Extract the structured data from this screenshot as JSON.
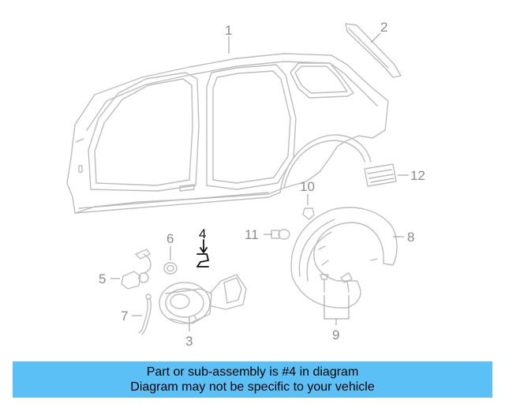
{
  "callouts": {
    "c1": "1",
    "c2": "2",
    "c3": "3",
    "c4": "4",
    "c5": "5",
    "c6": "6",
    "c7": "7",
    "c8": "8",
    "c9": "9",
    "c10": "10",
    "c11": "11",
    "c12": "12"
  },
  "highlight_color": "#111111",
  "banner": {
    "color": "#5bc0f5",
    "line1": "Part or sub-assembly is #4 in diagram",
    "line2": "Diagram may not be specific to your vehicle"
  }
}
